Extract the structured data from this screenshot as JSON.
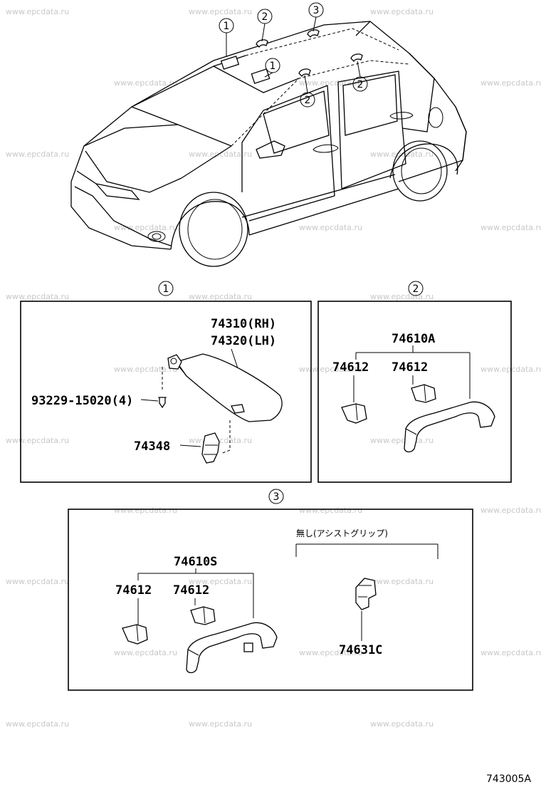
{
  "watermark": "www.epcdata.ru",
  "diagram_code": "743005A",
  "callouts": [
    "1",
    "2",
    "3"
  ],
  "section1": {
    "label": "1",
    "part_rh": "74310(RH)",
    "part_lh": "74320(LH)",
    "screw": "93229-15020(4)",
    "clip": "74348"
  },
  "section2": {
    "label": "2",
    "assembly": "74610A",
    "cap_left": "74612",
    "cap_right": "74612"
  },
  "section3": {
    "label": "3",
    "assembly": "74610S",
    "cap_left": "74612",
    "cap_right": "74612",
    "note": "無し(アシストグリップ)",
    "bracket": "74631C"
  }
}
